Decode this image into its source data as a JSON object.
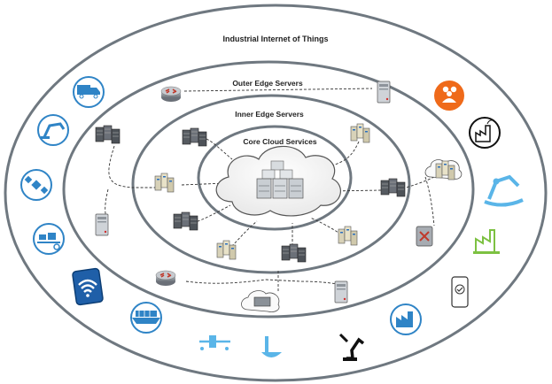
{
  "diagram": {
    "outer_ring_label": "Industrial Internet of Things",
    "middle_ring_label": "Outer Edge Servers",
    "inner_ring_label": "Inner Edge Servers",
    "core_label": "Core Cloud Services"
  },
  "icons": {
    "iot": [
      "truck-icon",
      "robot-arm-icon",
      "satellite-icon",
      "conveyor-icon",
      "wifi-tablet-icon",
      "cargo-ship-icon",
      "pipeline-icon",
      "water-tank-icon",
      "robot-welder-icon",
      "factory-icon",
      "smartphone-check-icon",
      "green-factory-icon",
      "blue-robot-arm-icon",
      "dark-factory-icon",
      "team-icon"
    ],
    "colors": {
      "ring_stroke": "#6f7880",
      "dashed_link": "#333333",
      "iot_blue": "#2f84c6",
      "orange": "#ef6a1a",
      "green": "#7dc142",
      "light_blue": "#5ab5e8"
    }
  }
}
